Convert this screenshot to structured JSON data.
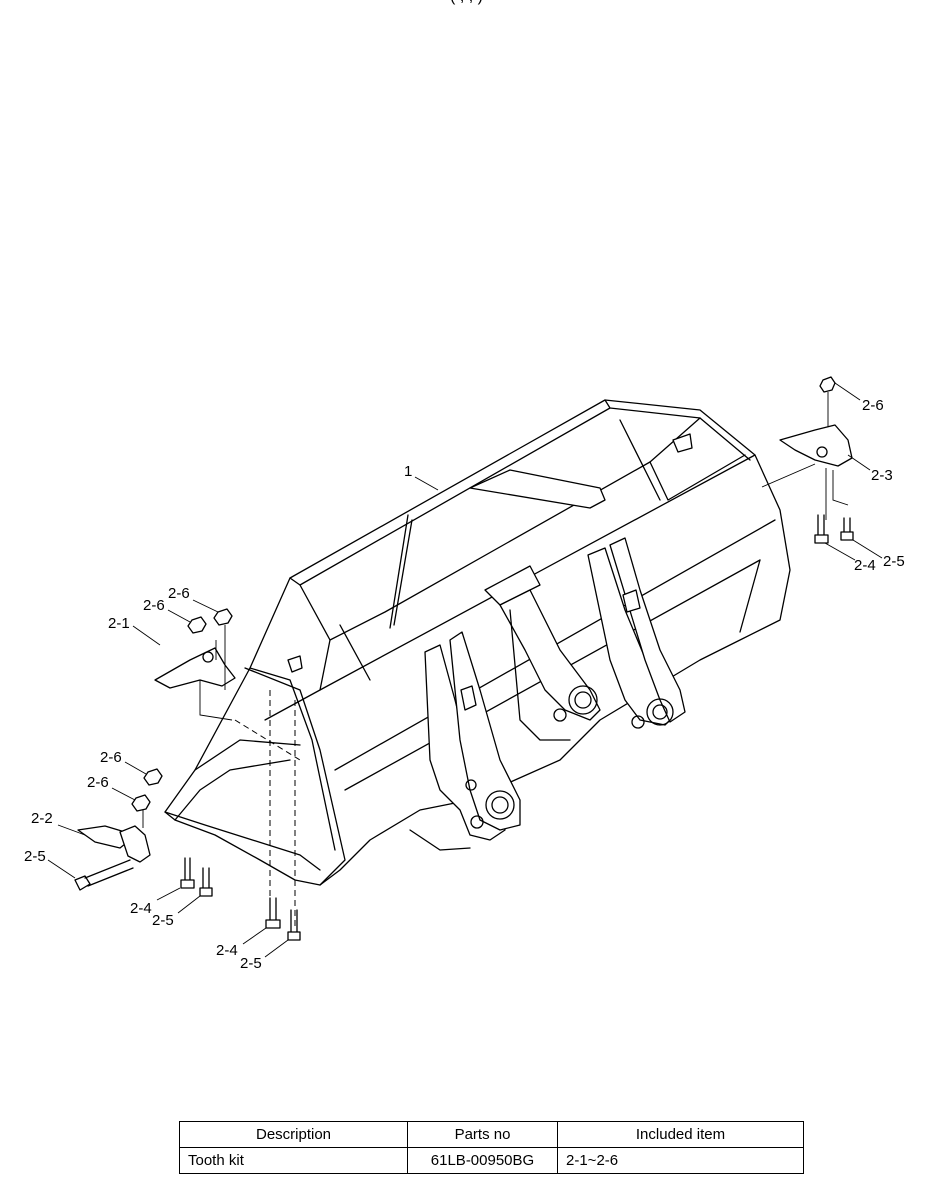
{
  "header_fragment": "(       ,           ,          )",
  "callouts": {
    "c1": "1",
    "c21": "2-1",
    "c22": "2-2",
    "c23": "2-3",
    "c24a": "2-4",
    "c24b": "2-4",
    "c24c": "2-4",
    "c25a": "2-5",
    "c25b": "2-5",
    "c25c": "2-5",
    "c25d": "2-5",
    "c26a": "2-6",
    "c26b": "2-6",
    "c26c": "2-6",
    "c26d": "2-6",
    "c26e": "2-6"
  },
  "table": {
    "headers": [
      "Description",
      "Parts no",
      "Included item"
    ],
    "rows": [
      [
        "Tooth kit",
        "61LB-00950BG",
        "2-1~2-6"
      ]
    ]
  }
}
